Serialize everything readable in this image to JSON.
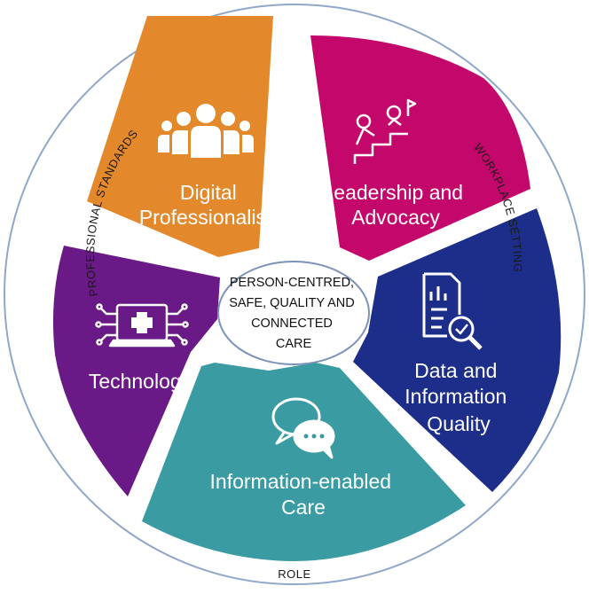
{
  "center": {
    "lines": [
      "PERSON-CENTRED,",
      "SAFE, QUALITY AND",
      "CONNECTED",
      "CARE"
    ]
  },
  "ring": {
    "left": "PROFESSIONAL STANDARDS",
    "right": "WORKPLACE SETTING",
    "bottom": "ROLE"
  },
  "segments": [
    {
      "key": "digital-professionalism",
      "lines": [
        "Digital",
        "Professionalism"
      ],
      "icon": "people-group-icon",
      "color": "#E3892B"
    },
    {
      "key": "leadership-advocacy",
      "lines": [
        "Leadership and",
        "Advocacy"
      ],
      "icon": "leader-steps-icon",
      "color": "#C4086B"
    },
    {
      "key": "data-information-quality",
      "lines": [
        "Data and",
        "Information",
        "Quality"
      ],
      "icon": "report-magnifier-icon",
      "color": "#1C2E8A"
    },
    {
      "key": "information-enabled-care",
      "lines": [
        "Information-enabled",
        "Care"
      ],
      "icon": "chat-bubbles-icon",
      "color": "#3A9BA3"
    },
    {
      "key": "technology",
      "lines": [
        "Technology"
      ],
      "icon": "laptop-medical-icon",
      "color": "#6A1A86"
    }
  ],
  "colors": {
    "ring_stroke": "#8FA7C9",
    "center_stroke": "#7C93B8",
    "background": "#FFFFFF"
  }
}
